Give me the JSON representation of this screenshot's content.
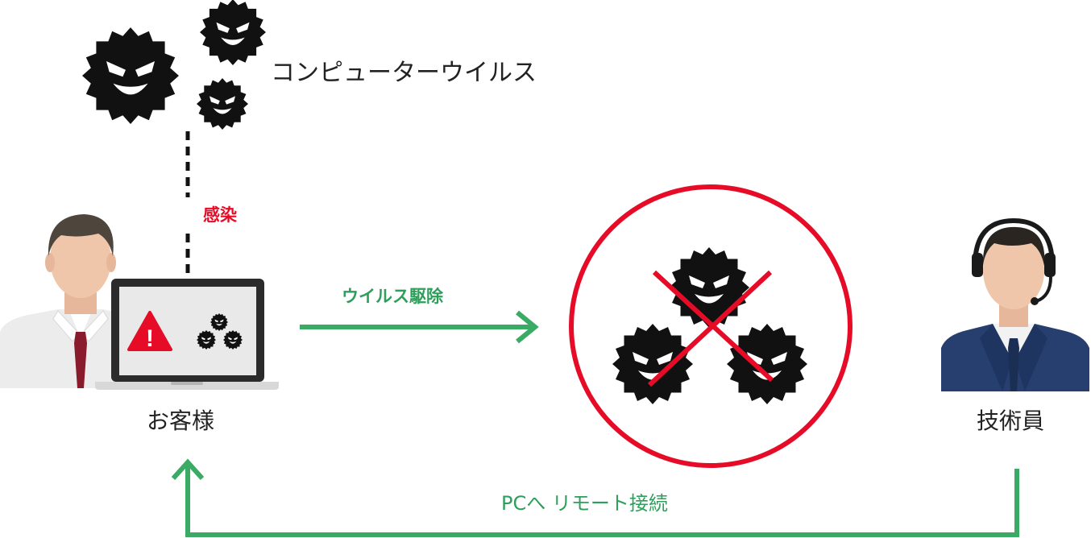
{
  "labels": {
    "computer_virus": "コンピューターウイルス",
    "infection": "感染",
    "virus_removal": "ウイルス駆除",
    "customer": "お客様",
    "technician": "技術員",
    "remote_connection": "PCへ リモート接続"
  },
  "warning_symbol": "!",
  "icons": [
    "virus-icon",
    "customer-person-icon",
    "laptop-icon",
    "warning-triangle-icon",
    "technician-with-headset-icon",
    "red-cross-icon"
  ],
  "colors": {
    "arrow_green": "#3aab65",
    "label_green": "#2e9e5b",
    "alert_red": "#e60c28",
    "virus_black": "#111111",
    "text_dark": "#222222"
  }
}
